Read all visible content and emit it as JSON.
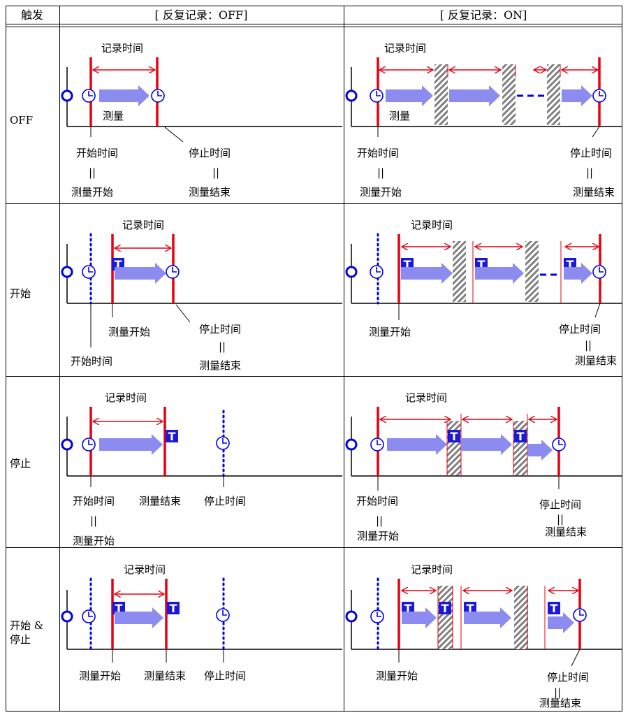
{
  "table": {
    "header": {
      "trigger": "触发",
      "repeat_off": "[ 反复记录：OFF]",
      "repeat_on": "[ 反复记录：ON]"
    },
    "rows": [
      {
        "trigger": "OFF"
      },
      {
        "trigger": "开始"
      },
      {
        "trigger": "停止"
      },
      {
        "trigger_line1": "开始 &",
        "trigger_line2": "停止"
      }
    ]
  },
  "labels": {
    "record_time": "记录时间",
    "measure": "测量",
    "start_time": "开始时间",
    "stop_time": "停止时间",
    "measure_start": "测量开始",
    "measure_end": "测量结束",
    "equals": "||",
    "trigger_mark": "T"
  },
  "colors": {
    "border": "#000000",
    "red_line": "#e60012",
    "blue": "#0000e6",
    "arrow": "#8c8cf0",
    "hatch": "#808080",
    "trigger_box": "#1a1ad6"
  }
}
